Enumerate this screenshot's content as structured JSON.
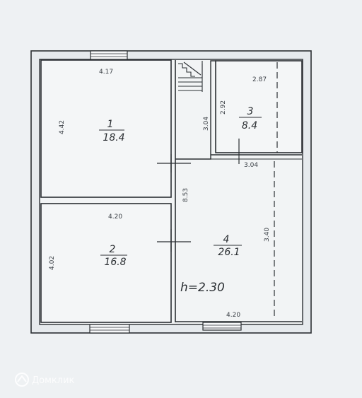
{
  "watermark": "Домклик",
  "height_label": "h=2.30",
  "rooms": [
    {
      "number": "1",
      "area": "18.4",
      "width": "4.17",
      "length": "4.42"
    },
    {
      "number": "2",
      "area": "16.8",
      "width": "4.20",
      "length": "4.02"
    },
    {
      "number": "3",
      "area": "8.4",
      "width": "2.87",
      "length": "2.92"
    },
    {
      "number": "4",
      "area": "26.1",
      "width": "4.20",
      "length": "3.40"
    }
  ],
  "extra_dims": {
    "room3_bottom": "3.04",
    "corridor_upper": "3.04",
    "corridor_total": "8.53"
  },
  "colors": {
    "line": "#2b2f33",
    "paper": "#eef1f3",
    "wall_fill": "#e3e7ea"
  }
}
